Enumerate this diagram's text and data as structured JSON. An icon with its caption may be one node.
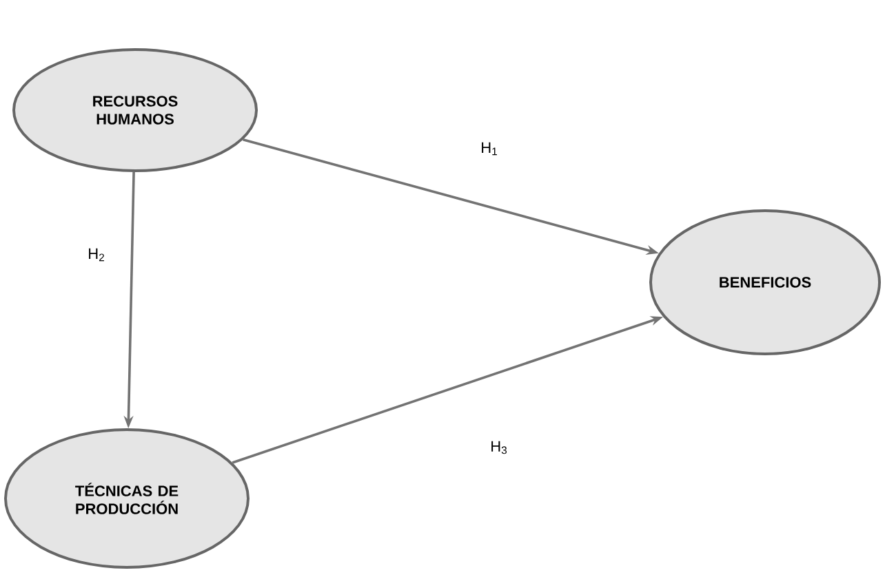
{
  "diagram": {
    "nodes": [
      {
        "text": [
          "RECURSOS HUMANOS"
        ]
      },
      {
        "text": [
          "BENEFICIOS"
        ]
      },
      {
        "text": [
          "TÉCNICAS DE PRODUCCIÓN"
        ]
      }
    ],
    "edges": [
      {
        "from": 0,
        "to": 1,
        "arrow": "to",
        "label": "H$_{1}$"
      },
      {
        "from": 0,
        "to": 2,
        "arrow": "to",
        "label": "H$_{2}$"
      },
      {
        "from": 2,
        "to": 1,
        "arrow": "to",
        "label": "H$_{3}$"
      }
    ]
  }
}
